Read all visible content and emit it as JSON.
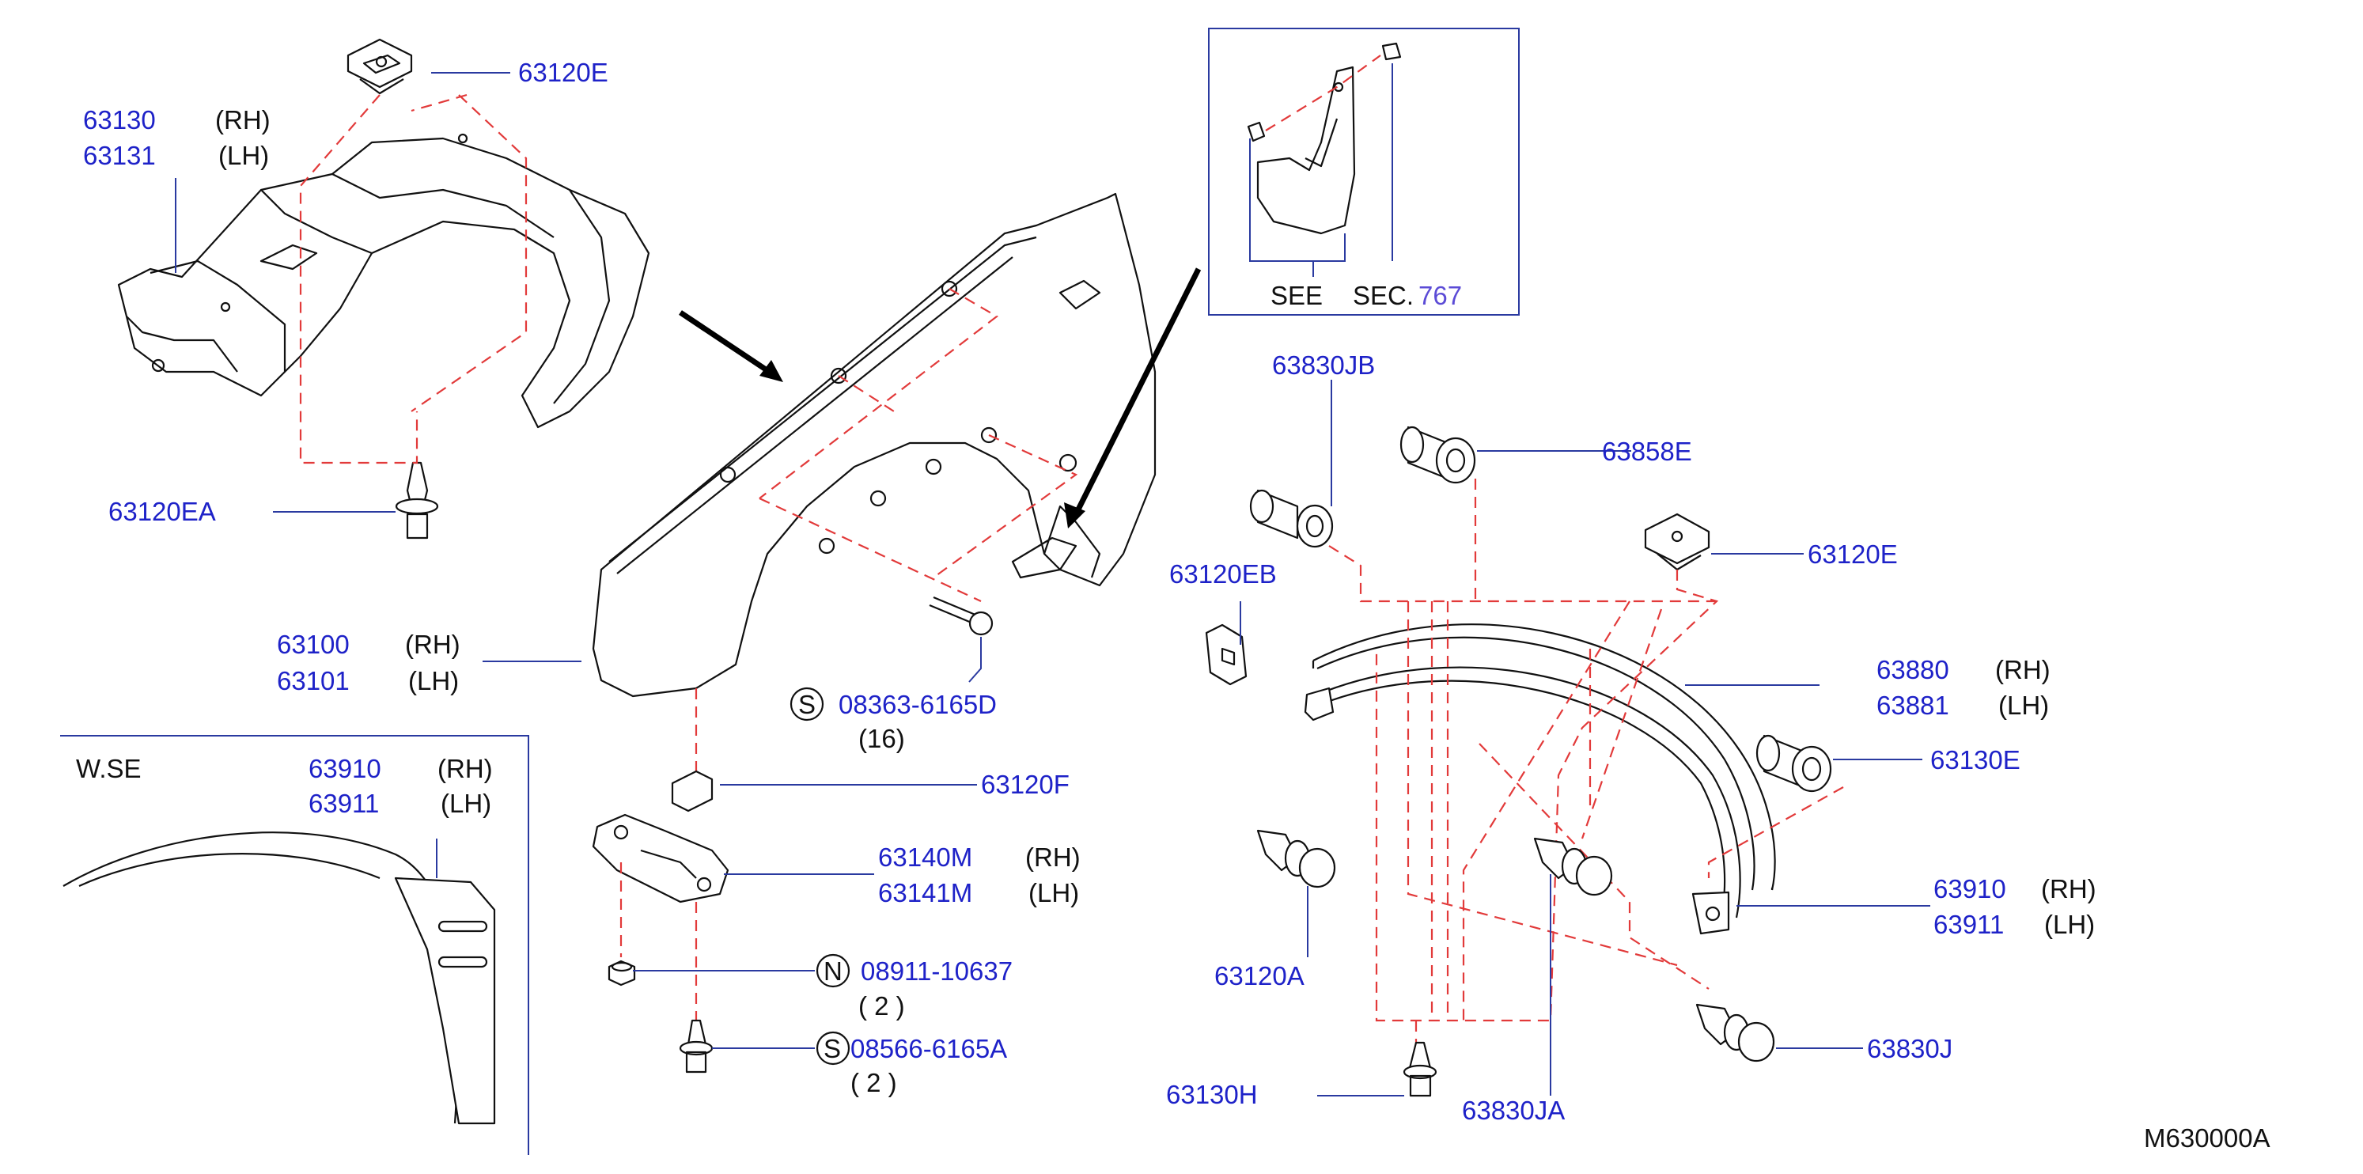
{
  "labels": {
    "p63120E_top": "63120E",
    "p63130": "63130",
    "p63130_side": "(RH)",
    "p63131": "63131",
    "p63131_side": "(LH)",
    "p63120EA": "63120EA",
    "p63100": "63100",
    "p63100_side": "(RH)",
    "p63101": "63101",
    "p63101_side": "(LH)",
    "see": "SEE",
    "sec": "SEC.",
    "sec_num": "767",
    "p63830JB": "63830JB",
    "p63858E": "63858E",
    "p63120E_right": "63120E",
    "p63120EB": "63120EB",
    "p63880": "63880",
    "p63880_side": "(RH)",
    "p63881": "63881",
    "p63881_side": "(LH)",
    "p63130E": "63130E",
    "s_mark_1": "S",
    "bolt_08363": "08363-6165D",
    "bolt_08363_qty": "(16)",
    "p63120F": "63120F",
    "p63140M": "63140M",
    "p63140M_side": "(RH)",
    "p63141M": "63141M",
    "p63141M_side": "(LH)",
    "n_mark": "N",
    "nut_08911": "08911-10637",
    "nut_08911_qty": "(   2   )",
    "s_mark_2": "S",
    "screw_08566": "08566-6165A",
    "screw_08566_qty": "(   2   )",
    "wse": "W.SE",
    "inset_63910": "63910",
    "inset_63910_side": "(RH)",
    "inset_63911": "63911",
    "inset_63911_side": "(LH)",
    "p63910": "63910",
    "p63910_side": "(RH)",
    "p63911": "63911",
    "p63911_side": "(LH)",
    "p63120A": "63120A",
    "p63830JA": "63830JA",
    "p63830J": "63830J",
    "p63130H": "63130H",
    "diagram_id": "M630000A"
  },
  "colors": {
    "label": "#1e22c8",
    "leader": "#2a3aa0",
    "dashed": "#e23a3a",
    "line": "#111111"
  }
}
